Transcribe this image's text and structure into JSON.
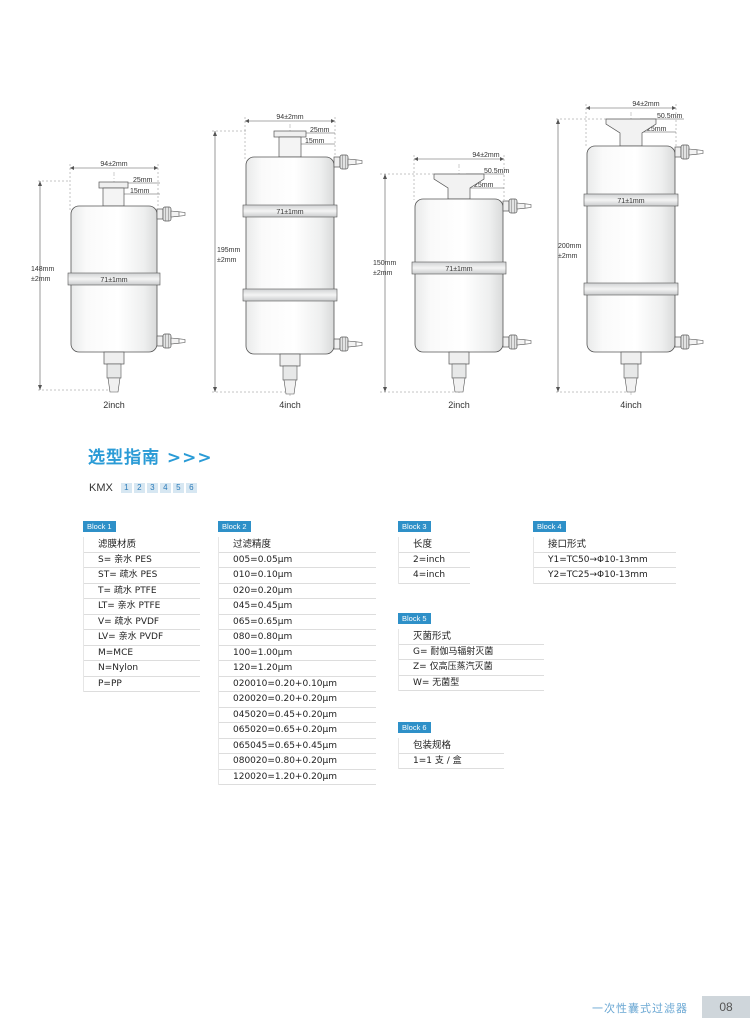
{
  "diagrams": [
    {
      "width": "94±2mm",
      "flange": "25mm",
      "neck": "15mm",
      "height_line1": "148mm",
      "height_line2": "±2mm",
      "band": "71±1mm",
      "caption": "2inch"
    },
    {
      "width": "94±2mm",
      "flange": "25mm",
      "neck": "15mm",
      "height_line1": "195mm",
      "height_line2": "±2mm",
      "band": "71±1mm",
      "caption": "4inch"
    },
    {
      "width": "94±2mm",
      "flange": "50.5mm",
      "neck": "25mm",
      "height_line1": "150mm",
      "height_line2": "±2mm",
      "band": "71±1mm",
      "caption": "2inch"
    },
    {
      "width": "94±2mm",
      "flange": "50.5mm",
      "neck": "25mm",
      "height_line1": "200mm",
      "height_line2": "±2mm",
      "band": "71±1mm",
      "caption": "4inch"
    }
  ],
  "guide": {
    "title": "选型指南 >>>",
    "model_prefix": "KMX",
    "model_boxes": [
      "1",
      "2",
      "3",
      "4",
      "5",
      "6"
    ]
  },
  "block1": {
    "tag": "Block 1",
    "rows": [
      "滤膜材质",
      "S= 亲水 PES",
      "ST= 疏水 PES",
      "T= 疏水 PTFE",
      "LT= 亲水 PTFE",
      "V= 疏水 PVDF",
      "LV= 亲水 PVDF",
      "M=MCE",
      "N=Nylon",
      "P=PP"
    ]
  },
  "block2": {
    "tag": "Block 2",
    "rows": [
      "过滤精度",
      "005=0.05μm",
      "010=0.10μm",
      "020=0.20μm",
      "045=0.45μm",
      "065=0.65μm",
      "080=0.80μm",
      "100=1.00μm",
      "120=1.20μm",
      "020010=0.20+0.10μm",
      "020020=0.20+0.20μm",
      "045020=0.45+0.20μm",
      "065020=0.65+0.20μm",
      "065045=0.65+0.45μm",
      "080020=0.80+0.20μm",
      "120020=1.20+0.20μm"
    ]
  },
  "block3": {
    "tag": "Block 3",
    "rows": [
      "长度",
      "2=inch",
      "4=inch"
    ]
  },
  "block4": {
    "tag": "Block 4",
    "rows": [
      "接口形式",
      "Y1=TC50→Φ10-13mm",
      "Y2=TC25→Φ10-13mm"
    ]
  },
  "block5": {
    "tag": "Block 5",
    "rows": [
      "灭菌形式",
      "G= 耐伽马辐射灭菌",
      "Z= 仅高压蒸汽灭菌",
      "W= 无菌型"
    ]
  },
  "block6": {
    "tag": "Block 6",
    "rows": [
      "包装规格",
      "1=1 支 / 盒"
    ]
  },
  "footer": {
    "title": "一次性囊式过滤器",
    "page": "08"
  }
}
